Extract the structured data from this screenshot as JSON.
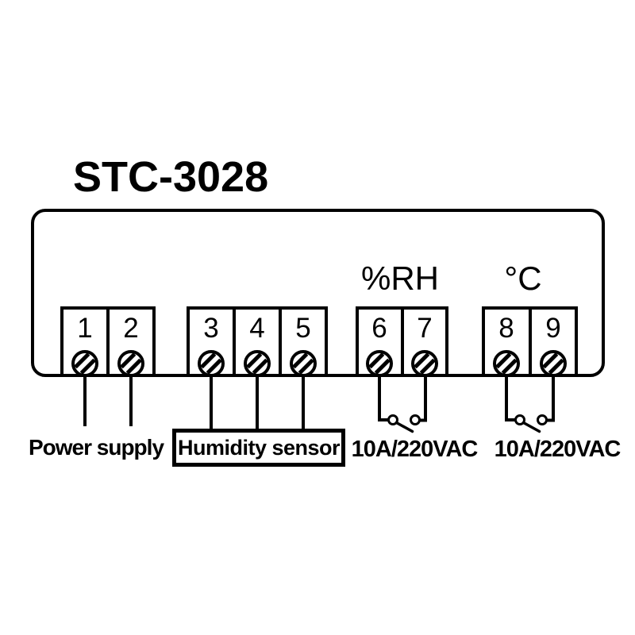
{
  "title": "STC-3028",
  "device": {
    "groups": [
      {
        "name": "power-input",
        "terminals": [
          "1",
          "2"
        ]
      },
      {
        "name": "humidity-sensor-input",
        "terminals": [
          "3",
          "4",
          "5"
        ]
      },
      {
        "name": "humidity-relay-output",
        "unit_label": "%RH",
        "terminals": [
          "6",
          "7"
        ]
      },
      {
        "name": "temperature-relay-output",
        "unit_label": "°C",
        "terminals": [
          "8",
          "9"
        ]
      }
    ]
  },
  "annotations": {
    "power_supply": "Power supply",
    "humidity_sensor": "Humidity sensor",
    "humidity_relay_rating": "10A/220VAC",
    "temperature_relay_rating": "10A/220VAC"
  },
  "colors": {
    "line": "#000000",
    "background": "#ffffff",
    "text": "#000000"
  }
}
